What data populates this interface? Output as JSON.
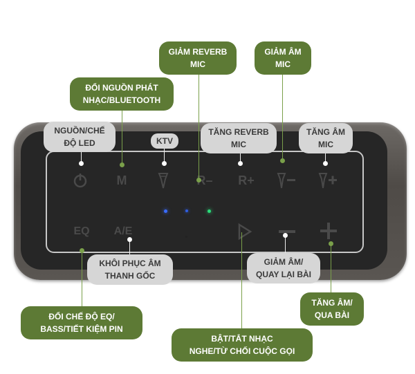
{
  "callouts": {
    "giam_reverb": "GIẢM REVERB\nMIC",
    "giam_am_mic": "GIẢM ÂM\nMIC",
    "doi_nguon": "ĐỔI NGUỒN PHÁT\nNHẠC/BLUETOOTH",
    "nguon_che": "NGUỒN/CHẾ\nĐỘ LED",
    "ktv": "KTV",
    "tang_reverb": "TĂNG REVERB\nMIC",
    "tang_am_mic": "TĂNG ÂM\nMIC",
    "khoi_phuc": "KHÔI PHỤC ÂM\nTHANH GỐC",
    "giam_am_quay": "GIẢM ÂM/\nQUAY LẠI BÀI",
    "tang_am_qua": "TĂNG ÂM/\nQUA BÀI",
    "doi_che_do": "ĐỔI CHẾ ĐỘ EQ/\nBASS/TIẾT KIỆM PIN",
    "bat_tat": "BẬT/TẮT NHẠC\nNGHE/TỪ CHỐI CUỘC GỌI"
  },
  "buttons": {
    "mode": "M",
    "r_minus": "R–",
    "r_plus": "R+",
    "eq": "EQ",
    "ae": "A/E"
  },
  "colors": {
    "callout_green": "#5d7a35",
    "callout_gray": "#d6d6d6",
    "led_blue": "#3a6cff",
    "led_green": "#2bdc7a"
  },
  "icons": [
    "power-icon",
    "mic-icon",
    "mic-minus-icon",
    "mic-plus-icon",
    "play-icon",
    "minus-icon",
    "plus-icon"
  ]
}
